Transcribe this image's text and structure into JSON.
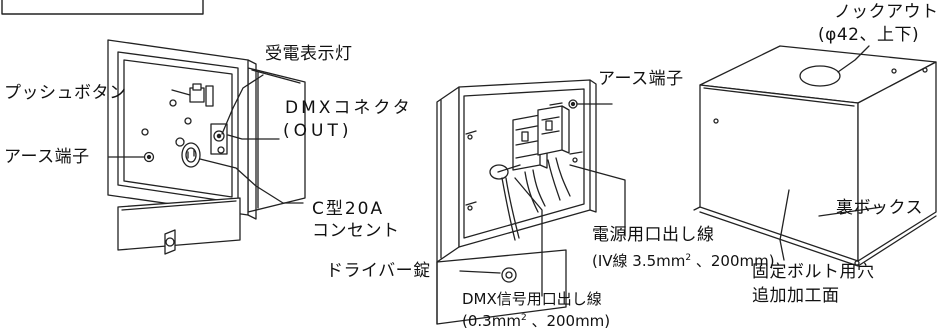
{
  "labels": {
    "push_button": "プッシュボタン",
    "power_lamp": "受電表示灯",
    "dmx_connector": "DMXコネクタ",
    "dmx_out": "(OUT)",
    "earth_terminal_left": "アース端子",
    "c_type_line1": "C型20A",
    "c_type_line2": "コンセント",
    "earth_terminal_mid": "アース端子",
    "knockout_line1": "ノックアウト",
    "knockout_line2": "(φ42、上下)",
    "back_box": "裏ボックス",
    "power_lead_line1": "電源用口出し線",
    "power_lead_line2_a": "(IV線 3.5mm",
    "power_lead_line2_sup": "2",
    "power_lead_line2_b": " 、200mm)",
    "driver_lock": "ドライバー錠",
    "dmx_lead_line1": "DMX信号用口出し線",
    "dmx_lead_line2_a": "(0.3mm",
    "dmx_lead_line2_sup": "2",
    "dmx_lead_line2_b": " 、200mm)",
    "fixing_bolt_line1": "固定ボルト用穴",
    "fixing_bolt_line2": "追加加工面"
  }
}
